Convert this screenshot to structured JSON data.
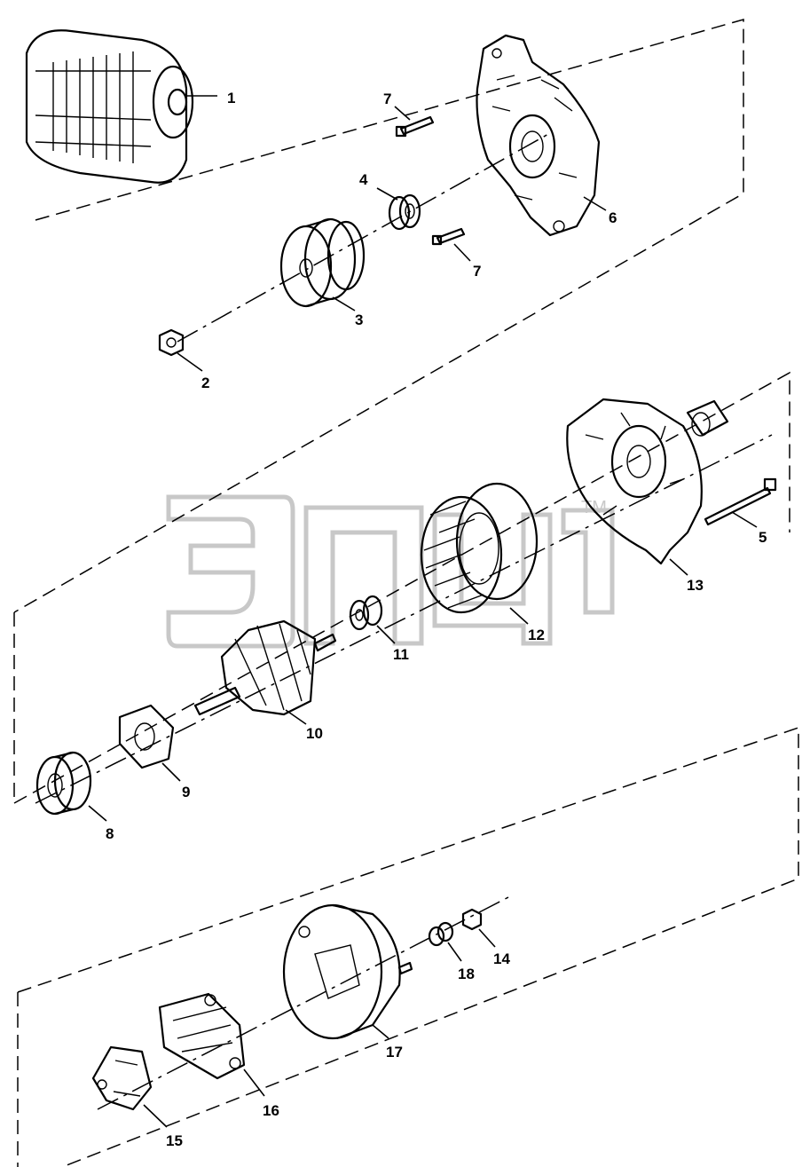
{
  "diagram": {
    "callouts": [
      {
        "id": "callout-1",
        "text": "1"
      },
      {
        "id": "callout-2",
        "text": "2"
      },
      {
        "id": "callout-3",
        "text": "3"
      },
      {
        "id": "callout-4",
        "text": "4"
      },
      {
        "id": "callout-5",
        "text": "5"
      },
      {
        "id": "callout-6",
        "text": "6"
      },
      {
        "id": "callout-7a",
        "text": "7"
      },
      {
        "id": "callout-7b",
        "text": "7"
      },
      {
        "id": "callout-8",
        "text": "8"
      },
      {
        "id": "callout-9",
        "text": "9"
      },
      {
        "id": "callout-10",
        "text": "10"
      },
      {
        "id": "callout-11",
        "text": "11"
      },
      {
        "id": "callout-12",
        "text": "12"
      },
      {
        "id": "callout-13",
        "text": "13"
      },
      {
        "id": "callout-14",
        "text": "14"
      },
      {
        "id": "callout-15",
        "text": "15"
      },
      {
        "id": "callout-16",
        "text": "16"
      },
      {
        "id": "callout-17",
        "text": "17"
      },
      {
        "id": "callout-18",
        "text": "18"
      }
    ],
    "watermark": {
      "text": "ЭПЦ",
      "mark": "TM"
    }
  }
}
